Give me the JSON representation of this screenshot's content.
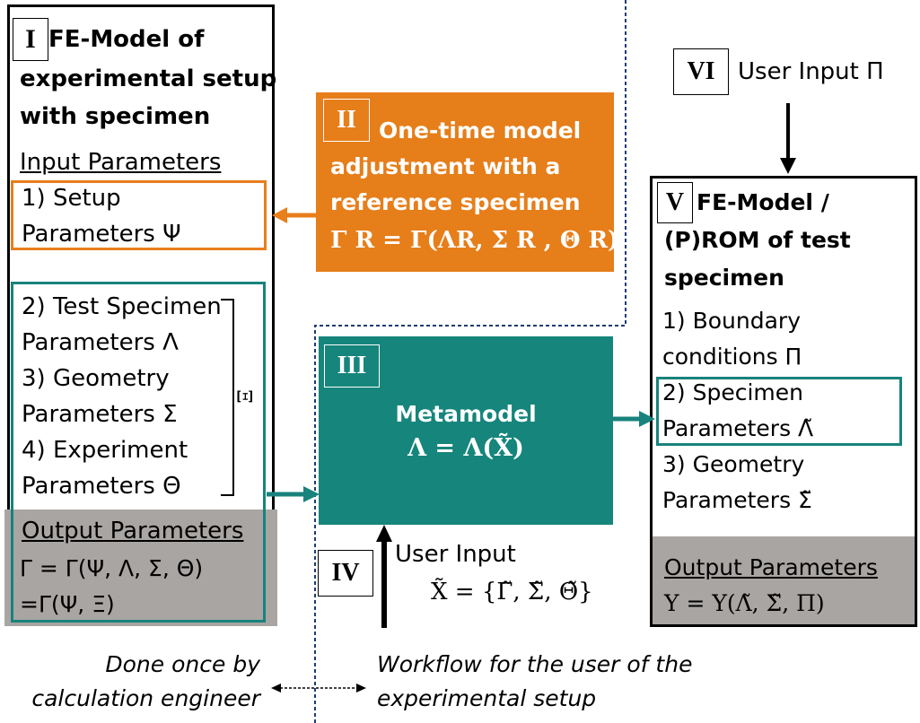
{
  "box_I": {
    "roman": "I",
    "title_lines": [
      "FE-Model of",
      "experimental setup",
      "with specimen"
    ],
    "input_header": "Input Parameters",
    "setup_lines": [
      "1) Setup",
      "Parameters Ψ"
    ],
    "specimen_lines": [
      "2) Test Specimen",
      "Parameters Λ",
      "3) Geometry",
      "Parameters Σ",
      "4) Experiment",
      "Parameters Θ"
    ],
    "xi_label": "Ξ",
    "output_header": "Output Parameters",
    "output_lines": [
      "Γ = Γ(Ψ, Λ, Σ, Θ)",
      "=Γ(Ψ, Ξ)"
    ]
  },
  "box_II": {
    "roman": "II",
    "title_lines": [
      "One-time model",
      "adjustment with a",
      "reference specimen"
    ],
    "formula": "Γ R = Γ(ΛR, Σ R , Θ R)"
  },
  "box_III": {
    "roman": "III",
    "title": "Metamodel",
    "formula": "Λ = Λ(X̃)"
  },
  "box_IV": {
    "roman": "IV",
    "label": "User Input",
    "formula": "X̃ =  {Γ̃, Σ̃, Θ̃}"
  },
  "box_V": {
    "roman": "V",
    "title_lines": [
      "FE-Model /",
      "(P)ROM of test",
      "specimen"
    ],
    "lines": [
      "1) Boundary",
      "conditions Π",
      "2) Specimen",
      "Parameters Λ̃",
      "3) Geometry",
      "Parameters Σ̃"
    ],
    "output_header": "Output Parameters",
    "output_formula": "Υ = Υ(Λ̃, Σ̃, Π)"
  },
  "box_VI": {
    "roman": "VI",
    "label": "User Input Π"
  },
  "footer": {
    "left_lines": [
      "Done once by",
      "calculation engineer"
    ],
    "right_lines": [
      "Workflow for the user of the",
      "experimental setup"
    ]
  },
  "colors": {
    "orange": "#e67e1a",
    "teal": "#16857c",
    "gray": "#a9a5a3",
    "dashed_line": "#1f3b73"
  }
}
